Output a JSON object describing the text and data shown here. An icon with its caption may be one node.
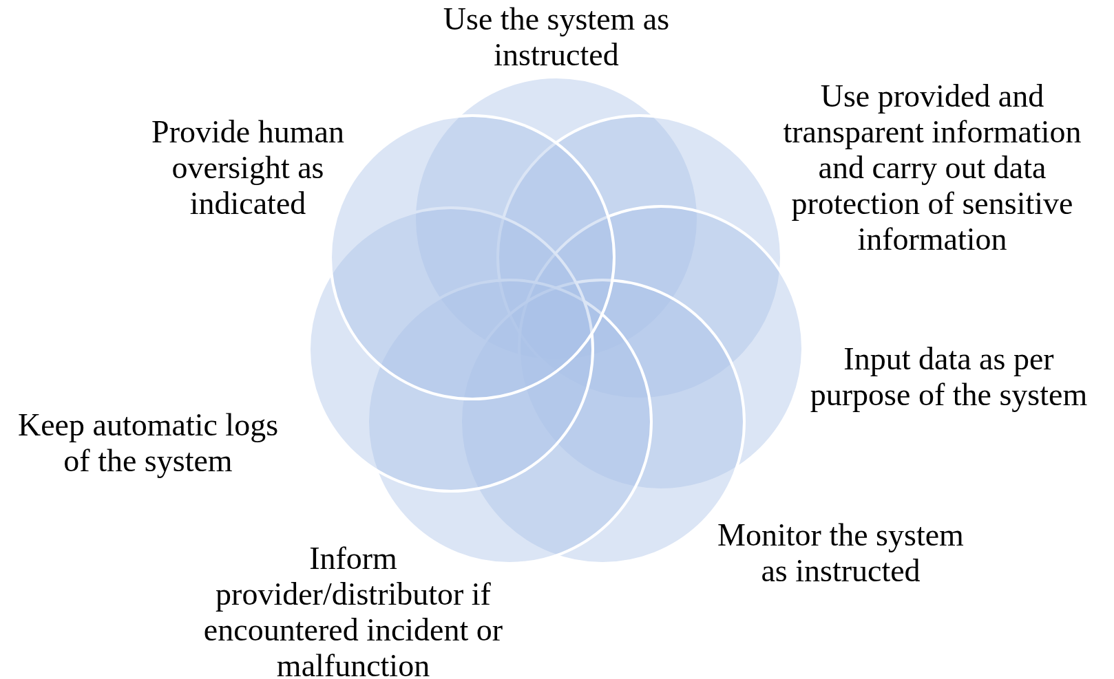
{
  "diagram": {
    "nodes": [
      {
        "text": [],
        "shape": "circle"
      },
      {
        "text": [],
        "shape": "circle"
      },
      {
        "text": [],
        "shape": "circle"
      },
      {
        "text": [],
        "shape": "circle"
      },
      {
        "text": [],
        "shape": "circle"
      },
      {
        "text": [],
        "shape": "circle"
      },
      {
        "text": [],
        "shape": "circle"
      }
    ],
    "labels": [
      "Use the system as instructed",
      "Use provided and transparent information and carry out data protection of sensitive information",
      "Provide human oversight as indicated",
      "Input data as per purpose of the system",
      "Keep automatic logs of the system",
      "Monitor the system as instructed",
      "Inform provider/distributor if encountered incident or malfunction"
    ]
  }
}
